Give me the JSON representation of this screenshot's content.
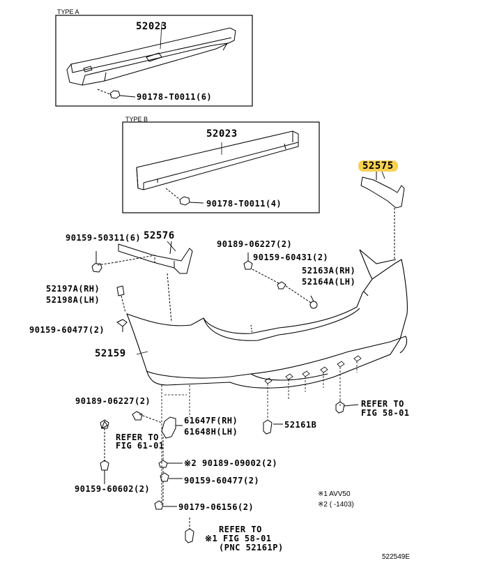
{
  "type_a": {
    "title": "TYPE A",
    "part_main": "52023",
    "part_nut": "90178-T0011(6)"
  },
  "type_b": {
    "title": "TYPE B",
    "part_main": "52023",
    "part_nut": "90178-T0011(4)"
  },
  "parts": {
    "p52575": "52575",
    "p52576": "52576",
    "p90159_50311": "90159-50311(6)",
    "p90189_06227_top": "90189-06227(2)",
    "p90159_60431": "90159-60431(2)",
    "p52163a": "52163A(RH)",
    "p52164a": "52164A(LH)",
    "p52197a": "52197A(RH)",
    "p52198a": "52198A(LH)",
    "p90159_60477_top": "90159-60477(2)",
    "p52159": "52159",
    "p90189_06227_bot": "90189-06227(2)",
    "refer_fig61_a": "REFER TO",
    "refer_fig61_b": "FIG 61-01",
    "p61647f": "61647F(RH)",
    "p61648h": "61648H(LH)",
    "p52161b": "52161B",
    "refer_fig58_a": "REFER TO",
    "refer_fig58_b": "FIG 58-01",
    "p90189_09002": "※2 90189-09002(2)",
    "p90159_60477_bot": "90159-60477(2)",
    "p90159_60602": "90159-60602(2)",
    "p90179_06156": "90179-06156(2)",
    "refer_pnc_a": "REFER TO",
    "refer_pnc_b": "※1 FIG 58-01",
    "refer_pnc_c": "(PNC 52161P)"
  },
  "notes": {
    "note1": "※1 AVV50",
    "note2": "※2 (      -1403)"
  },
  "illustration_id": "522549E",
  "colors": {
    "highlight": "#f7d154",
    "ink": "#000000"
  }
}
